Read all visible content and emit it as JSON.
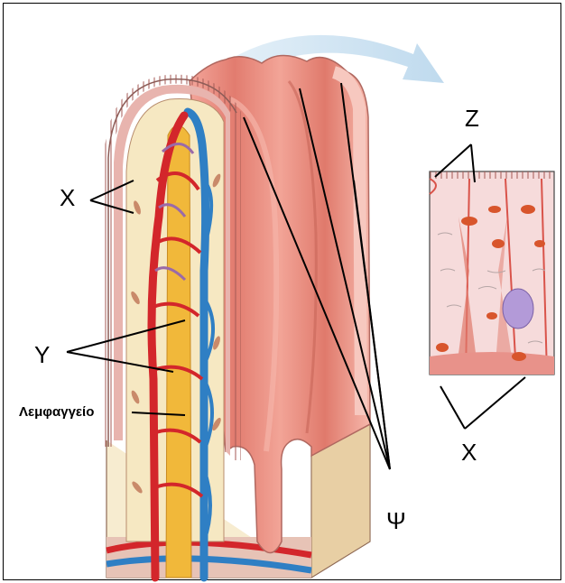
{
  "labels": {
    "x_left": "X",
    "y_left": "Y",
    "lymph": "Λεμφαγγείο",
    "psi": "Ψ",
    "z_right": "Z",
    "x_right": "X"
  },
  "colors": {
    "epithelium": "#e8b4ae",
    "villus_surface": "#e9877a",
    "lamina": "#f6e8c2",
    "artery": "#d3262b",
    "vein": "#2f7fc4",
    "lacteal": "#f1b83a",
    "cell_fill": "#f6dbdb",
    "nucleus": "#b39ad8",
    "mitochondria": "#d8552c",
    "arrow": "#cfe4f2"
  }
}
